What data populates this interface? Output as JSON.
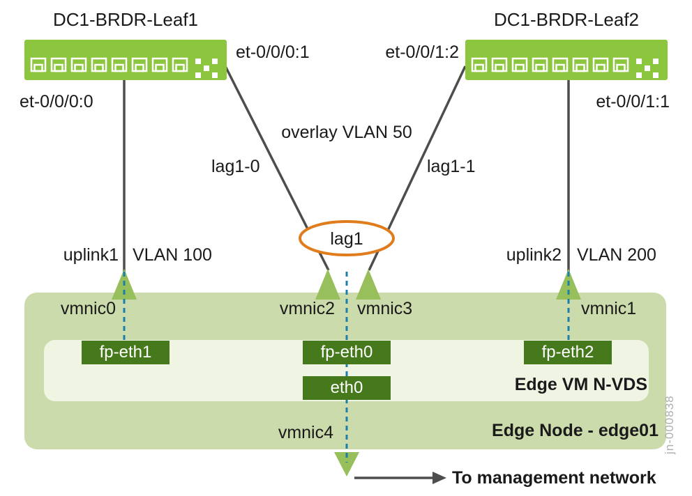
{
  "diagram": {
    "devices": {
      "leaf1": {
        "title": "DC1-BRDR-Leaf1",
        "port_right": "et-0/0/0:1",
        "port_down": "et-0/0/0:0"
      },
      "leaf2": {
        "title": "DC1-BRDR-Leaf2",
        "port_left": "et-0/0/1:2",
        "port_down": "et-0/0/1:1"
      }
    },
    "links": {
      "overlay_label": "overlay VLAN 50",
      "lag_member_left": "lag1-0",
      "lag_member_right": "lag1-1",
      "lag_bundle": "lag1",
      "uplink_left": "uplink1",
      "uplink_left_vlan": "VLAN 100",
      "uplink_right": "uplink2",
      "uplink_right_vlan": "VLAN 200"
    },
    "edge_node": {
      "title": "Edge Node - edge01",
      "nvds_title": "Edge VM N-VDS",
      "vmnic0": "vmnic0",
      "vmnic1": "vmnic1",
      "vmnic2": "vmnic2",
      "vmnic3": "vmnic3",
      "vmnic4": "vmnic4",
      "fp_eth1": "fp-eth1",
      "fp_eth0": "fp-eth0",
      "fp_eth2": "fp-eth2",
      "eth0": "eth0"
    },
    "management_label": "To management network",
    "watermark": "jn-000838"
  },
  "colors": {
    "switch_green": "#8CC63F",
    "edge_node_fill": "#CBDBAC",
    "nvds_fill": "#F0F4E3",
    "interface_box_fill": "#46791C",
    "triangle_fill": "#97BF5B",
    "lag_ellipse_stroke": "#E07C1C",
    "dashed_line_blue": "#1B7FAA",
    "solid_line_gray": "#4D4D4D"
  }
}
